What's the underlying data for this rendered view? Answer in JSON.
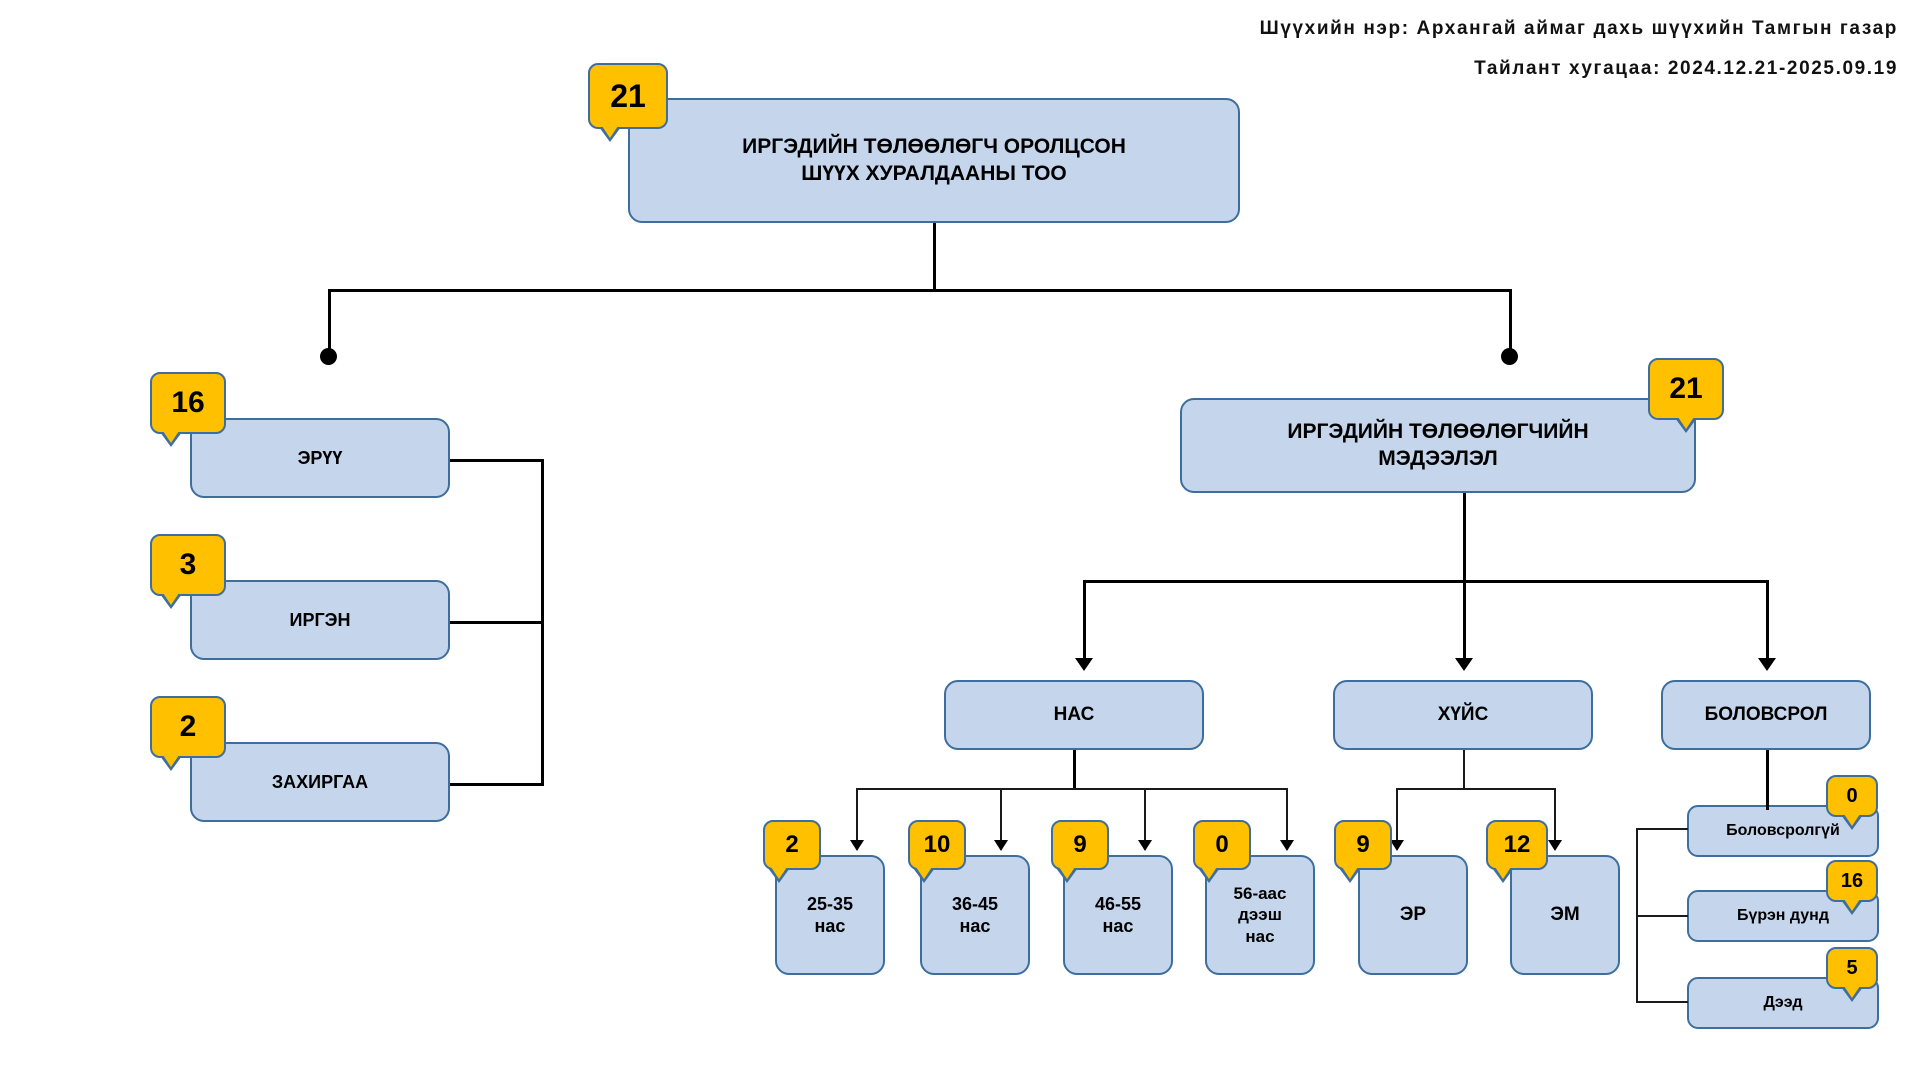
{
  "header": {
    "court_line": "Шүүхийн нэр: Архангай аймаг дахь шүүхийн Тамгын газар",
    "period_line": "Тайлант хугацаа: 2024.12.21-2025.09.19"
  },
  "colors": {
    "node_fill": "#C5D6EC",
    "node_border": "#3E6E9E",
    "badge_fill": "#FFC000",
    "connector": "#000000"
  },
  "chart_data": {
    "type": "diagram",
    "title": "ИРГЭДИЙН ТӨЛӨӨЛӨГЧ ОРОЛЦСОН ШҮҮХ ХУРАЛДААНЫ ТОО",
    "root_value": 21,
    "nodes": [
      {
        "id": "root",
        "label": "ИРГЭДИЙН ТӨЛӨӨЛӨГЧ ОРОЛЦСОН ШҮҮХ ХУРАЛДААНЫ ТОО",
        "value": 21
      },
      {
        "id": "eruu",
        "label": "ЭРҮҮ",
        "value": 16
      },
      {
        "id": "irgen",
        "label": "ИРГЭН",
        "value": 3
      },
      {
        "id": "zakhirgaa",
        "label": "ЗАХИРГАА",
        "value": 2
      },
      {
        "id": "medeelel",
        "label": "ИРГЭДИЙН ТӨЛӨӨЛӨГЧИЙН МЭДЭЭЛЭЛ",
        "value": 21
      },
      {
        "id": "nas",
        "label": "НАС",
        "value": null
      },
      {
        "id": "khuis",
        "label": "ХҮЙС",
        "value": null
      },
      {
        "id": "bolovsrol",
        "label": "БОЛОВСРОЛ",
        "value": null
      },
      {
        "id": "age25",
        "label": "25-35 нас",
        "value": 2
      },
      {
        "id": "age36",
        "label": "36-45 нас",
        "value": 10
      },
      {
        "id": "age46",
        "label": "46-55 нас",
        "value": 9
      },
      {
        "id": "age56",
        "label": "56-аас дээш нас",
        "value": 0
      },
      {
        "id": "er",
        "label": "ЭР",
        "value": 9
      },
      {
        "id": "em",
        "label": "ЭМ",
        "value": 12
      },
      {
        "id": "edu_none",
        "label": "Боловсролгүй",
        "value": 0
      },
      {
        "id": "edu_sec",
        "label": "Бүрэн дунд",
        "value": 16
      },
      {
        "id": "edu_high",
        "label": "Дээд",
        "value": 5
      }
    ]
  },
  "root": {
    "label_line1": "ИРГЭДИЙН ТӨЛӨӨЛӨГЧ ОРОЛЦСОН",
    "label_line2": "ШҮҮХ ХУРАЛДААНЫ ТОО",
    "value": "21"
  },
  "case_types": [
    {
      "label": "ЭРҮҮ",
      "value": "16"
    },
    {
      "label": "ИРГЭН",
      "value": "3"
    },
    {
      "label": "ЗАХИРГАА",
      "value": "2"
    }
  ],
  "rep_info": {
    "label_line1": "ИРГЭДИЙН ТӨЛӨӨЛӨГЧИЙН",
    "label_line2": "МЭДЭЭЛЭЛ",
    "value": "21"
  },
  "categories": {
    "age": "НАС",
    "gender": "ХҮЙС",
    "education": "БОЛОВСРОЛ"
  },
  "age_groups": [
    {
      "label_line1": "25-35",
      "label_line2": "нас",
      "label_line3": "",
      "value": "2"
    },
    {
      "label_line1": "36-45",
      "label_line2": "нас",
      "label_line3": "",
      "value": "10"
    },
    {
      "label_line1": "46-55",
      "label_line2": "нас",
      "label_line3": "",
      "value": "9"
    },
    {
      "label_line1": "56-аас",
      "label_line2": "дээш",
      "label_line3": "нас",
      "value": "0"
    }
  ],
  "genders": [
    {
      "label": "ЭР",
      "value": "9"
    },
    {
      "label": "ЭМ",
      "value": "12"
    }
  ],
  "education_levels": [
    {
      "label": "Боловсролгүй",
      "value": "0"
    },
    {
      "label": "Бүрэн дунд",
      "value": "16"
    },
    {
      "label": "Дээд",
      "value": "5"
    }
  ]
}
